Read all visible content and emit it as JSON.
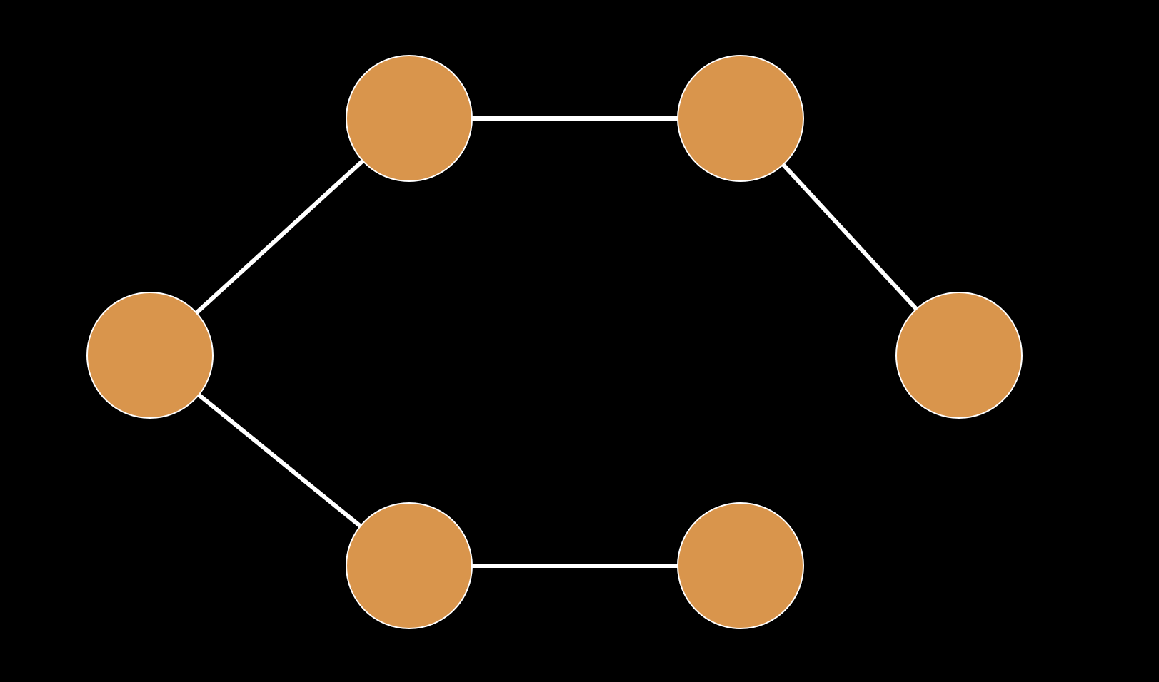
{
  "colors": {
    "background": "#000000",
    "node_fill": "#D9954C",
    "node_stroke": "#FFFFFF",
    "edge": "#FFFFFF"
  },
  "graph": {
    "nodes": [
      {
        "id": "n1",
        "label": ""
      },
      {
        "id": "n2",
        "label": ""
      },
      {
        "id": "n3",
        "label": ""
      },
      {
        "id": "n4",
        "label": ""
      },
      {
        "id": "n5",
        "label": ""
      },
      {
        "id": "n6",
        "label": ""
      }
    ],
    "edges": [
      {
        "from": "n1",
        "to": "n2"
      },
      {
        "from": "n2",
        "to": "n3"
      },
      {
        "from": "n3",
        "to": "n4"
      },
      {
        "from": "n1",
        "to": "n5"
      },
      {
        "from": "n5",
        "to": "n6"
      }
    ]
  }
}
